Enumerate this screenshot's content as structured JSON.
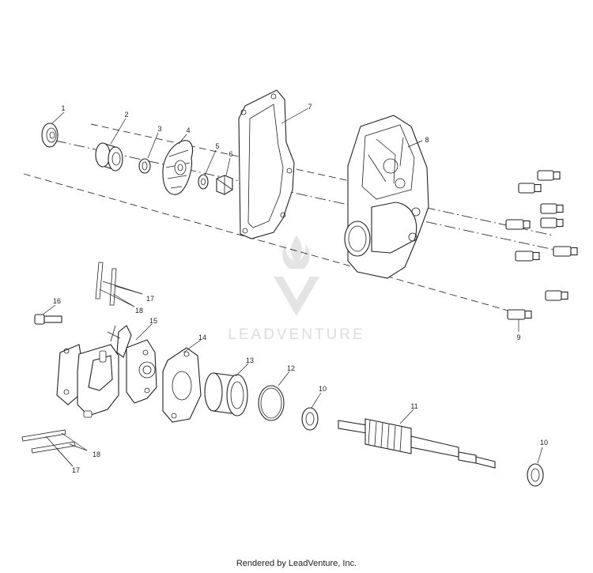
{
  "watermark": {
    "text": "LEADVENTURE",
    "color": "#d9d9d9"
  },
  "callouts": {
    "c1": "1",
    "c2": "2",
    "c3": "3",
    "c4": "4",
    "c5": "5",
    "c6": "6",
    "c7": "7",
    "c8": "8",
    "c9": "9",
    "c10a": "10",
    "c10b": "10",
    "c11": "11",
    "c12": "12",
    "c13": "13",
    "c14": "14",
    "c15": "15",
    "c16": "16",
    "c17a": "17",
    "c17b": "17",
    "c18a": "18",
    "c18b": "18"
  },
  "footer": {
    "text": "Rendered by LeadVenture, Inc."
  }
}
